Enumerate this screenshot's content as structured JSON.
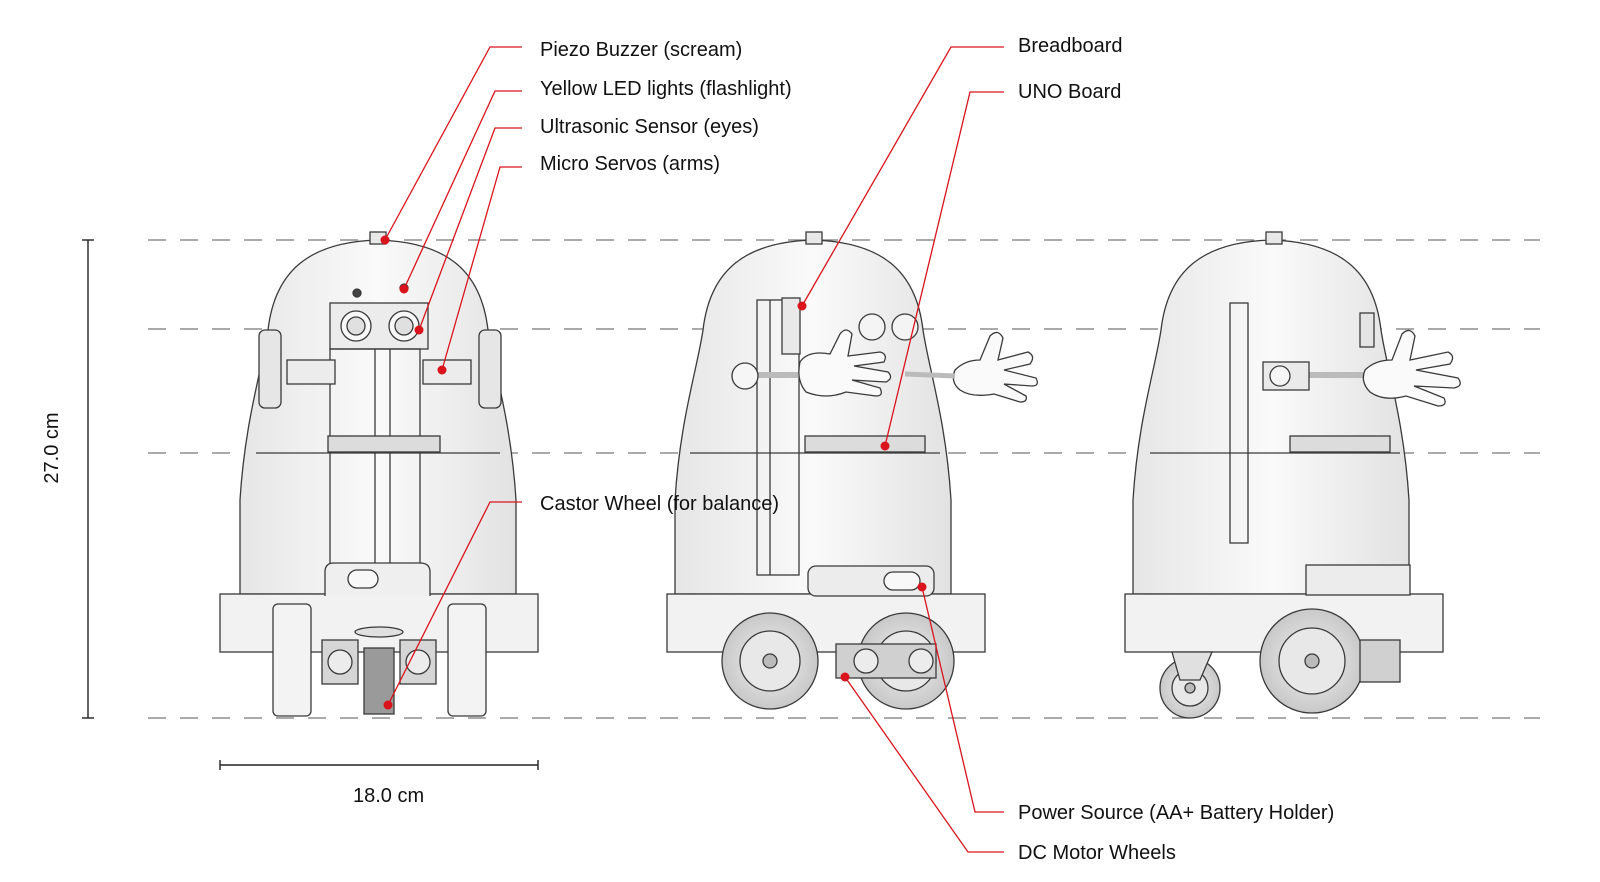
{
  "labels": {
    "piezo": "Piezo Buzzer (scream)",
    "led": "Yellow LED lights (flashlight)",
    "ultrasonic": "Ultrasonic Sensor (eyes)",
    "servos": "Micro Servos (arms)",
    "castor": "Castor Wheel (for balance)",
    "breadboard": "Breadboard",
    "uno": "UNO Board",
    "power": "Power Source (AA+ Battery Holder)",
    "dc_motor": "DC Motor Wheels"
  },
  "dimensions": {
    "height": "27.0 cm",
    "width": "18.0 cm"
  },
  "colors": {
    "leader": "#d9141c",
    "outline": "#3a3a3a",
    "body_fill": "#f4f4f4",
    "guide": "#777777"
  }
}
